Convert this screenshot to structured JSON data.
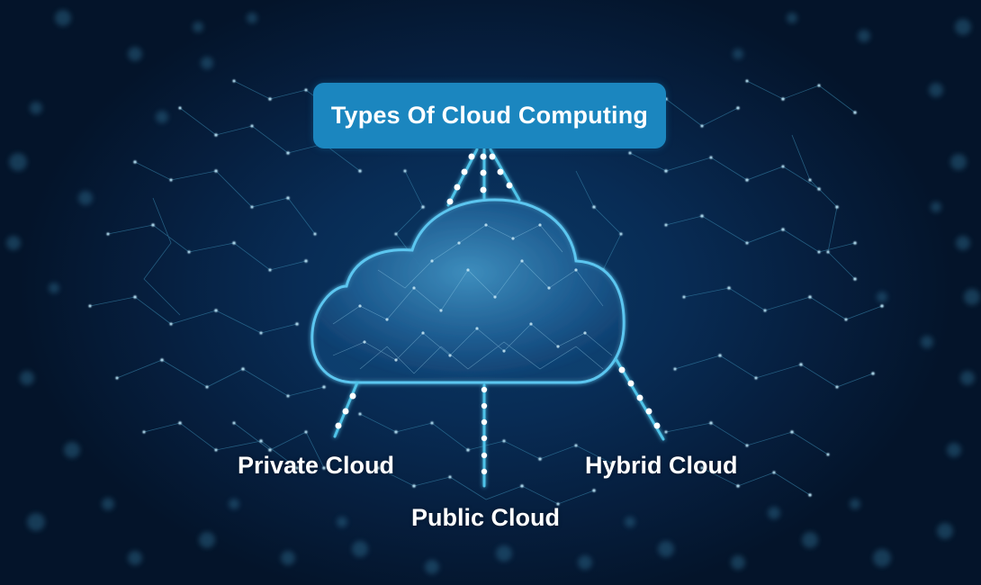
{
  "diagram": {
    "title": "Types Of Cloud Computing",
    "center_node": {
      "icon": "cloud-icon",
      "label": ""
    },
    "branches": [
      {
        "label": "Private Cloud",
        "position": "bottom-left"
      },
      {
        "label": "Public Cloud",
        "position": "bottom-center"
      },
      {
        "label": "Hybrid Cloud",
        "position": "bottom-right"
      }
    ],
    "connections": [
      {
        "from": "title",
        "to": "cloud",
        "count": 3
      },
      {
        "from": "cloud",
        "to": "Private Cloud"
      },
      {
        "from": "cloud",
        "to": "Public Cloud"
      },
      {
        "from": "cloud",
        "to": "Hybrid Cloud"
      }
    ]
  },
  "colors": {
    "background": "#061f3f",
    "title_box": "#1b86bf",
    "title_text": "#ffffff",
    "cloud_outline": "#5cc6f0",
    "connector_line": "#4fc3e8",
    "connector_dot": "#ffffff",
    "label_text": "#ffffff"
  }
}
